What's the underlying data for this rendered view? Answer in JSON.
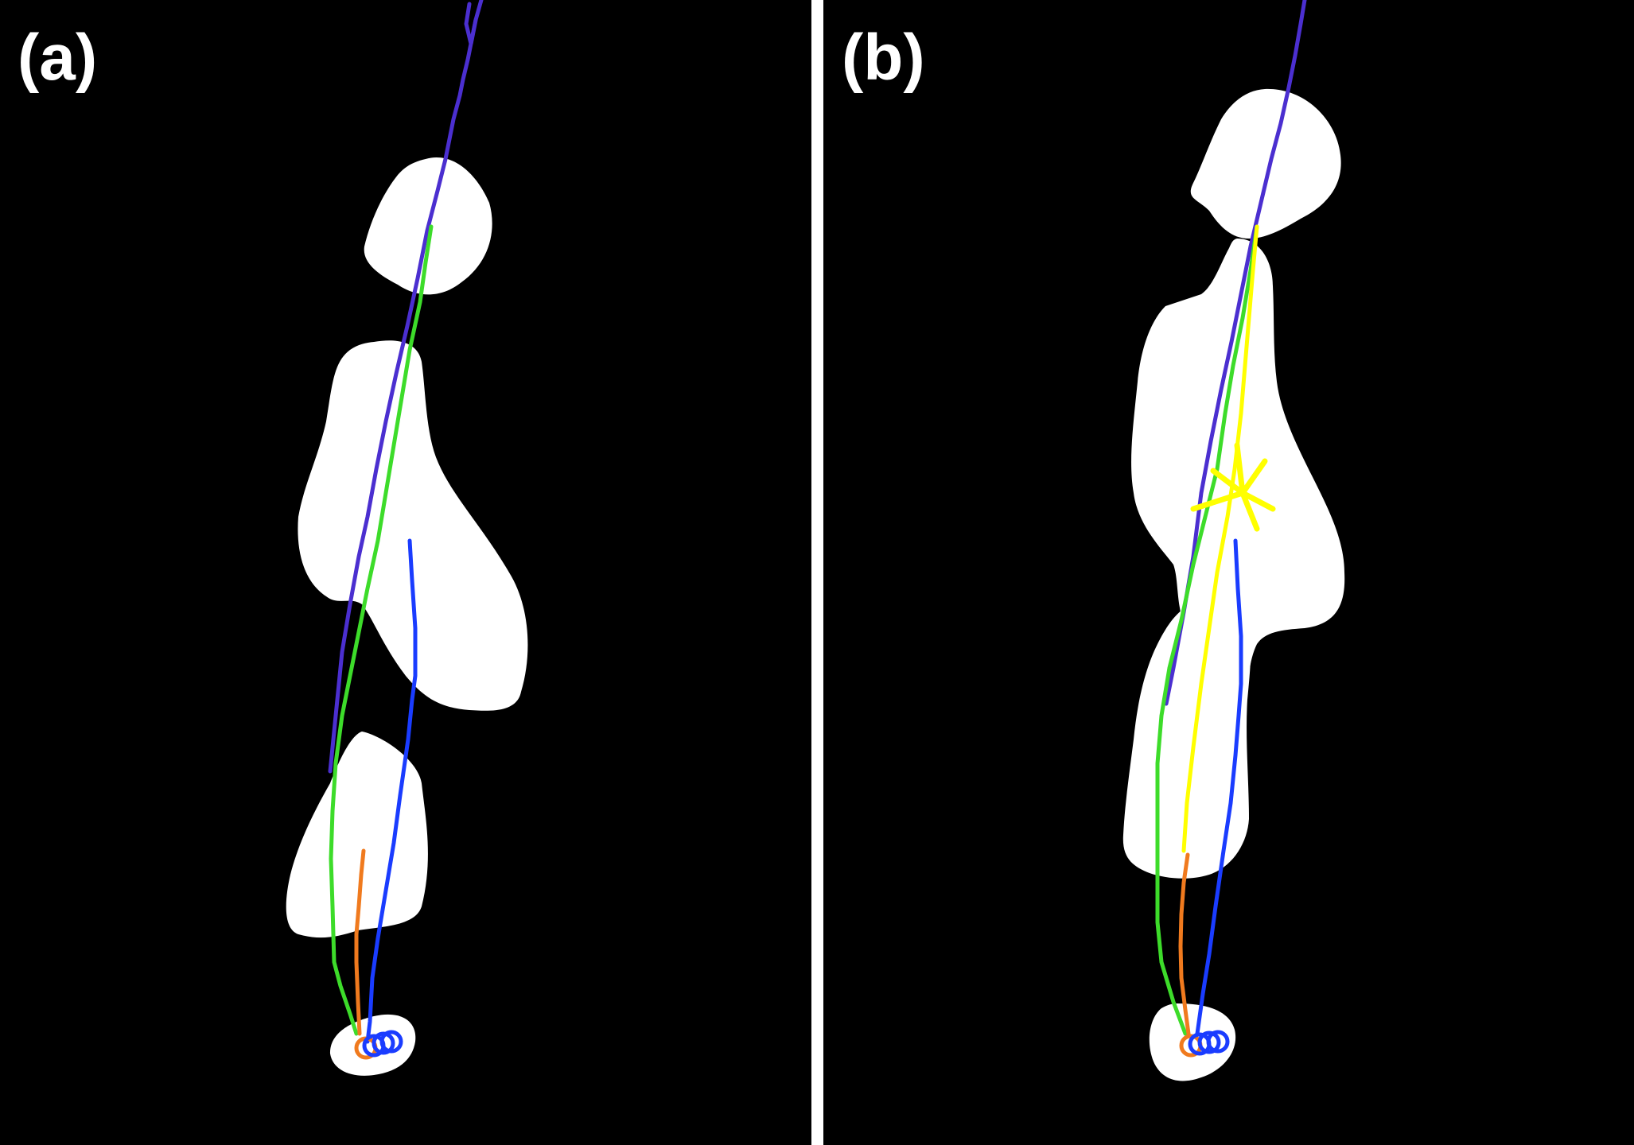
{
  "panels": [
    {
      "id": "a",
      "label": "(a)"
    },
    {
      "id": "b",
      "label": "(b)"
    }
  ],
  "colors": {
    "background": "#000000",
    "obstacle": "#ffffff",
    "divider": "#ffffff",
    "path_purple": "#4b2fd0",
    "path_green": "#3ddc2a",
    "path_blue": "#1a3cff",
    "path_orange": "#f07a1e",
    "path_yellow": "#ffff00",
    "goal_marker": "#1a3cff"
  }
}
